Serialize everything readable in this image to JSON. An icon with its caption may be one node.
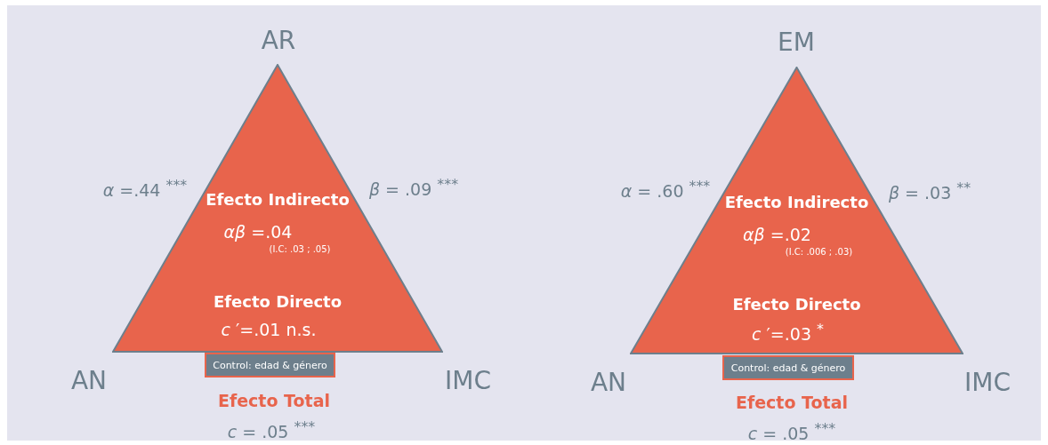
{
  "diagram": {
    "nodes": [
      {
        "text": [
          "Efecto Indirecto",
          "*αβ* =.04",
          "(I.C: .03 ; .05)",
          "Efecto Directo",
          "*c* ′=.01 n.s."
        ]
      },
      {
        "text": [
          "Control: edad & género"
        ]
      },
      {
        "text": [
          "Efecto Indirecto",
          "*αβ* =.02",
          "(I.C: .006 ; .03)",
          "Efecto Directo",
          "*c* ′=.03 $^{*}$"
        ]
      },
      {
        "text": [
          "Control: edad & género"
        ]
      }
    ],
    "labels": [
      "AR",
      "*α* =.44 $^{***}$",
      "*β* = .09 $^{***}$",
      "AN",
      "IMC",
      "Efecto Total",
      "*c* = .05 $^{***}$",
      "EM",
      "*α* = .60 $^{***}$",
      "*β* = .03 $^{**}$",
      "AN",
      "IMC",
      "Efecto Total",
      "*c* = .05 $^{***}$"
    ]
  }
}
